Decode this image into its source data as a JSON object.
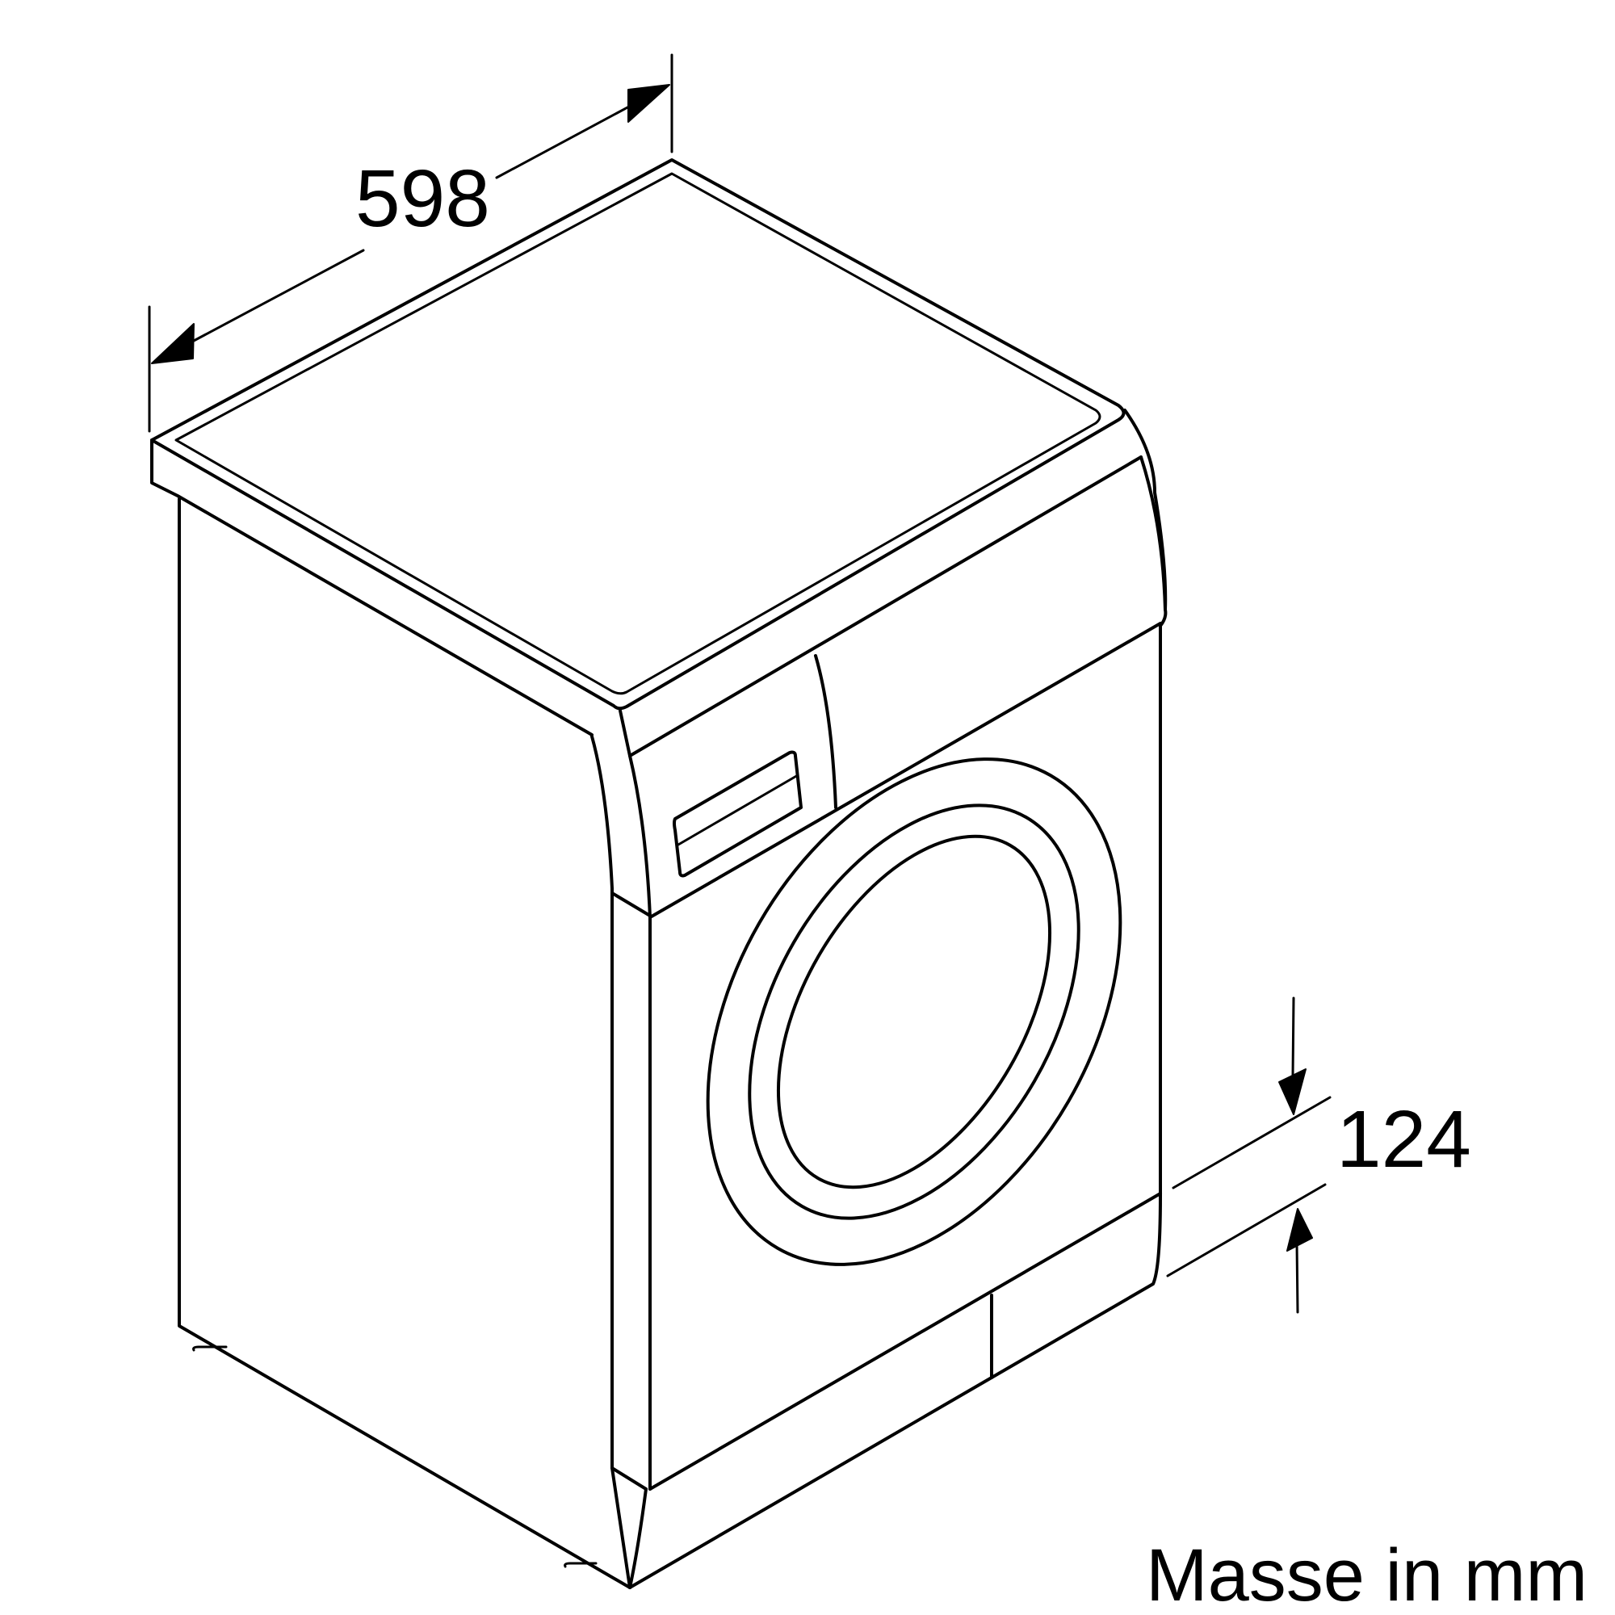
{
  "dimensions": {
    "width": "598",
    "plinth_height": "124"
  },
  "caption": "Masse in mm"
}
